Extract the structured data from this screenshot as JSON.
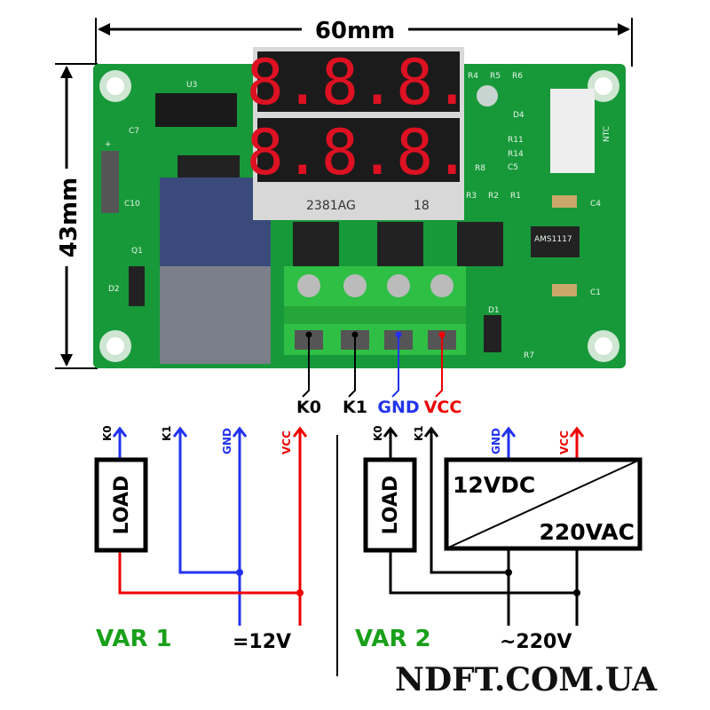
{
  "dimensions": {
    "width_label": "60mm",
    "height_label": "43mm"
  },
  "board": {
    "display_part": "2381AG",
    "display_part_no": "18",
    "display_digits": "8.8.8.",
    "silkscreen": {
      "u3": "U3",
      "c7": "C7",
      "c10": "C10",
      "q1": "Q1",
      "d2": "D2",
      "plus": "+",
      "r4": "R4",
      "r5": "R5",
      "r6": "R6",
      "d4": "D4",
      "r11": "R11",
      "r14": "R14",
      "c5": "C5",
      "r8": "R8",
      "r3": "R3",
      "r2": "R2",
      "r1": "R1",
      "c4": "C4",
      "c1": "C1",
      "d1": "D1",
      "r7": "R7",
      "ntc": "NTC",
      "regulator": "AMS1117"
    }
  },
  "terminals": [
    {
      "label": "K0",
      "color": "#000000"
    },
    {
      "label": "K1",
      "color": "#000000"
    },
    {
      "label": "GND",
      "color": "#2233ee"
    },
    {
      "label": "VCC",
      "color": "#ee0000"
    }
  ],
  "var1": {
    "title": "VAR 1",
    "load": "LOAD",
    "k0": "K0",
    "k1": "K1",
    "gnd": "GND",
    "vcc": "VCC",
    "supply": "=12V"
  },
  "var2": {
    "title": "VAR 2",
    "load": "LOAD",
    "k0": "K0",
    "k1": "K1",
    "gnd": "GND",
    "vcc": "VCC",
    "converter_out": "12VDC",
    "converter_in": "220VAC",
    "supply": "~220V"
  },
  "watermark": "NDFT.COM.UA",
  "colors": {
    "gnd": "#2233ee",
    "vcc": "#ee0000",
    "title": "#1aa01a",
    "pcb": "#17993a"
  }
}
